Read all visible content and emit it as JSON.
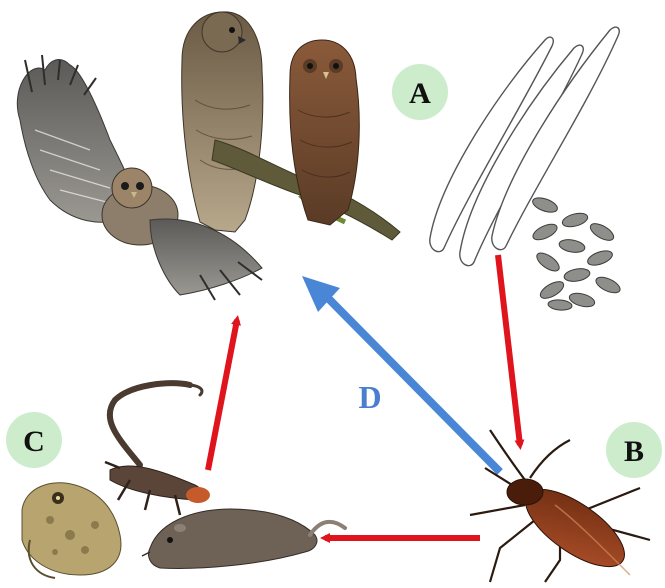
{
  "labels": {
    "a": "A",
    "b": "B",
    "c": "C",
    "d": "D"
  },
  "colors": {
    "badge_fill": "#cdeccb",
    "red_arrow": "#e0141c",
    "blue_arrow": "#4a86d6",
    "d_text": "#4a7fd0"
  },
  "icons": {
    "group_a": [
      "flying-owl-icon",
      "hawk-icon",
      "tawny-owl-icon",
      "worm-larvae-icon",
      "eggs-icon"
    ],
    "group_b": [
      "cockroach-icon"
    ],
    "group_c": [
      "lizard-icon",
      "toad-icon",
      "rat-icon"
    ]
  }
}
